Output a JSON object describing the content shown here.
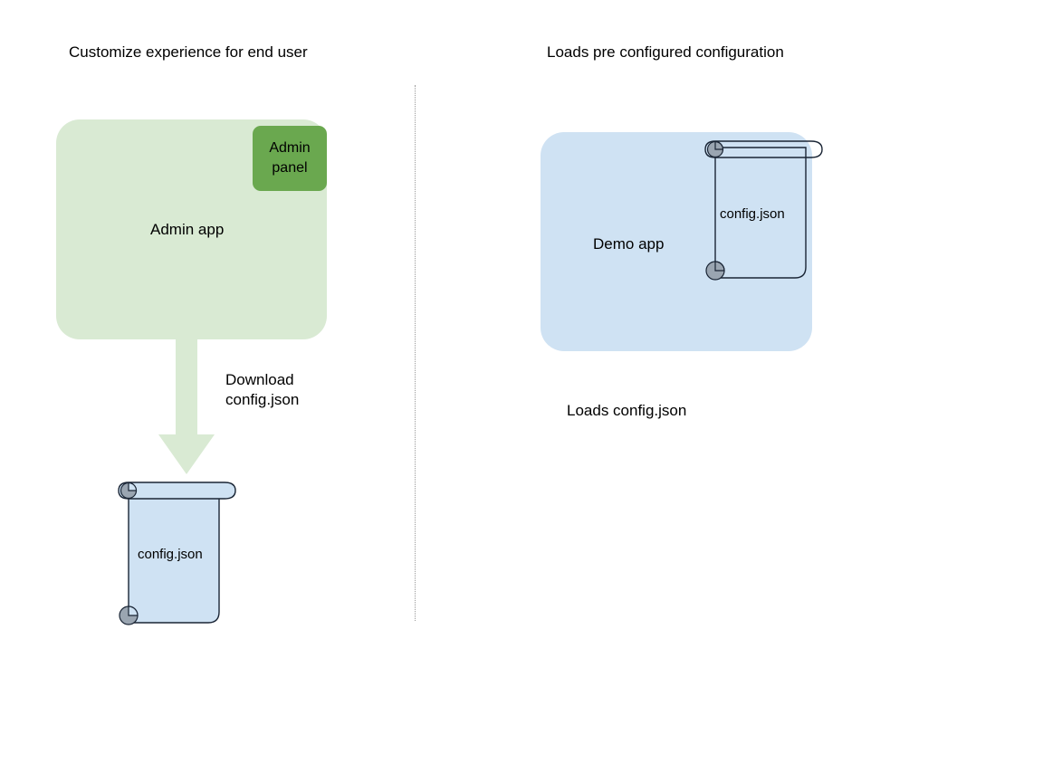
{
  "diagram": {
    "titles": {
      "left": "Customize experience for end user",
      "right": "Loads pre configured configuration"
    },
    "left_panel": {
      "app_box_label": "Admin app",
      "app_box_color": "#d9ead3",
      "chip_label": "Admin\npanel",
      "chip_color": "#6aa84f",
      "arrow_label": "Download\nconfig.json",
      "arrow_color": "#d9ead3",
      "document_label": "config.json",
      "document_fill": "#cfe2f3",
      "document_stroke": "#1a2535"
    },
    "right_panel": {
      "app_box_label": "Demo app",
      "app_box_color": "#cfe2f3",
      "document_label": "config.json",
      "document_fill": "none",
      "document_stroke": "#1a2535",
      "caption": "Loads config.json"
    },
    "divider": {
      "style": "dotted",
      "color": "#9a9a9a"
    },
    "icons": {
      "scroll_curl": "scroll-curl-icon",
      "arrow_down": "arrow-down-icon"
    }
  }
}
